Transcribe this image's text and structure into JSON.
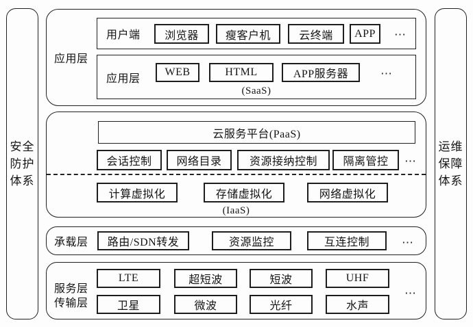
{
  "ui": {
    "ellipsis": "⋯",
    "colors": {
      "line": "#1f1f1f",
      "background": "#fdfdfd"
    }
  },
  "left_bar": {
    "lines": [
      "安全",
      "防护",
      "体系"
    ]
  },
  "right_bar": {
    "lines": [
      "运维",
      "保障",
      "体系"
    ]
  },
  "app_layer": {
    "label": "应用层",
    "user_row": {
      "label": "用户端",
      "items": [
        "浏览器",
        "瘦客户机",
        "云终端",
        "APP"
      ]
    },
    "app_row": {
      "label": "应用层",
      "items": [
        "WEB",
        "HTML",
        "APP服务器"
      ],
      "caption": "(SaaS)"
    }
  },
  "service_layer": {
    "label": "服务层",
    "paas_box": "云服务平台(PaaS)",
    "control_row": {
      "items": [
        "会话控制",
        "网络目录",
        "资源接纳控制",
        "隔离管控"
      ]
    },
    "virtual_row": {
      "items": [
        "计算虚拟化",
        "存储虚拟化",
        "网络虚拟化"
      ]
    },
    "caption": "(IaaS)"
  },
  "bearer_layer": {
    "label": "承载层",
    "items": [
      "路由/SDN转发",
      "资源监控",
      "互连控制"
    ]
  },
  "transport_layer": {
    "label": "传输层",
    "row1": [
      "LTE",
      "超短波",
      "短波",
      "UHF"
    ],
    "row2": [
      "卫星",
      "微波",
      "光纤",
      "水声"
    ]
  }
}
